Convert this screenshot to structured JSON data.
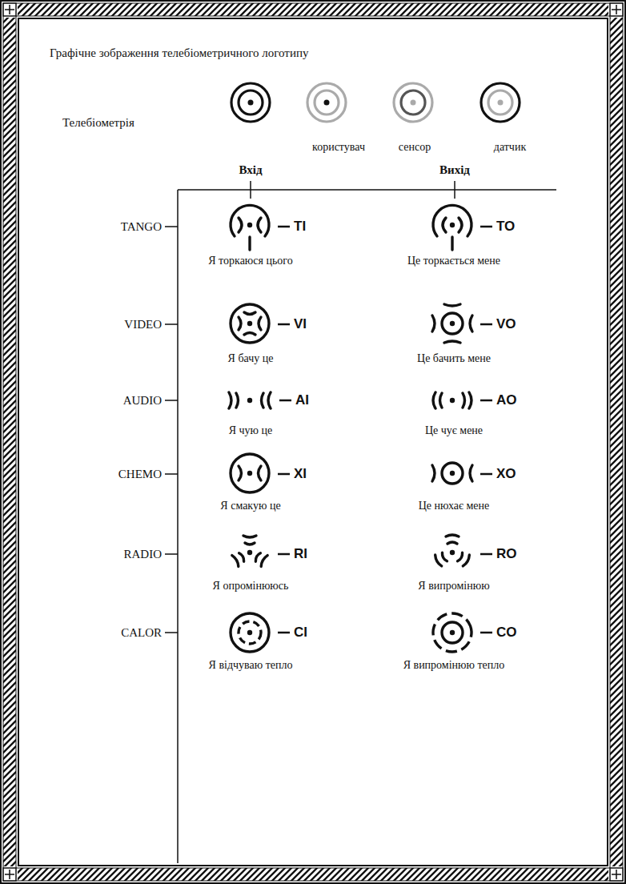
{
  "diagram": {
    "title": "Графічне зображення телебіометричного логотипу",
    "labels": [
      "Телебіометрія",
      "користувач",
      "сенсор",
      "датчик",
      "Вхід",
      "Вихід",
      "TANGO",
      "TI",
      "Я торкаюся цього",
      "TO",
      "Це торкається мене",
      "VIDEO",
      "VI",
      "Я бачу це",
      "VO",
      "Це бачить мене",
      "AUDIO",
      "AI",
      "Я чую це",
      "AO",
      "Це чує мене",
      "CHEMO",
      "XI",
      "Я смакую це",
      "XO",
      "Це нюхає мене",
      "RADIO",
      "RI",
      "Я опромінююсь",
      "RO",
      "Я випромінюю",
      "CALOR",
      "CI",
      "Я відчуваю тепло",
      "CO",
      "Я випромінюю тепло"
    ]
  }
}
